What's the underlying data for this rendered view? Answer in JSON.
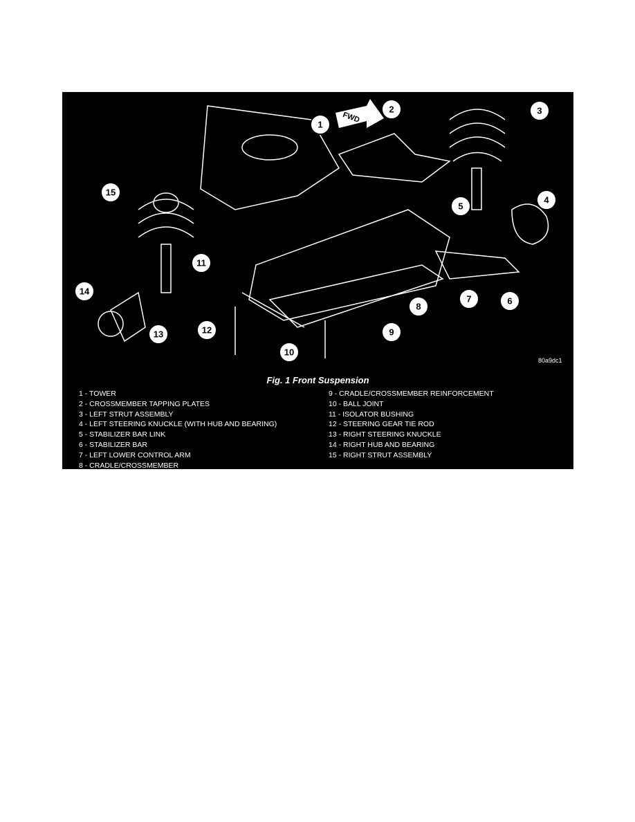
{
  "figure": {
    "caption": "Fig. 1 Front Suspension",
    "code": "80a9dc1",
    "fwd_label": "FWD",
    "callouts": [
      "1",
      "2",
      "3",
      "4",
      "5",
      "6",
      "7",
      "8",
      "9",
      "10",
      "11",
      "12",
      "13",
      "14",
      "15"
    ],
    "legend_left": [
      "1 - TOWER",
      "2 - CROSSMEMBER TAPPING PLATES",
      "3 - LEFT STRUT ASSEMBLY",
      "4 - LEFT STEERING KNUCKLE (WITH HUB AND BEARING)",
      "5 - STABILIZER BAR LINK",
      "6 - STABILIZER BAR",
      "7 - LEFT LOWER CONTROL ARM",
      "8 - CRADLE/CROSSMEMBER"
    ],
    "legend_right": [
      "9 - CRADLE/CROSSMEMBER REINFORCEMENT",
      "10 - BALL JOINT",
      "11 - ISOLATOR BUSHING",
      "12 - STEERING GEAR TIE ROD",
      "13 - RIGHT STEERING KNUCKLE",
      "14 - RIGHT HUB AND BEARING",
      "15 - RIGHT STRUT ASSEMBLY"
    ]
  }
}
